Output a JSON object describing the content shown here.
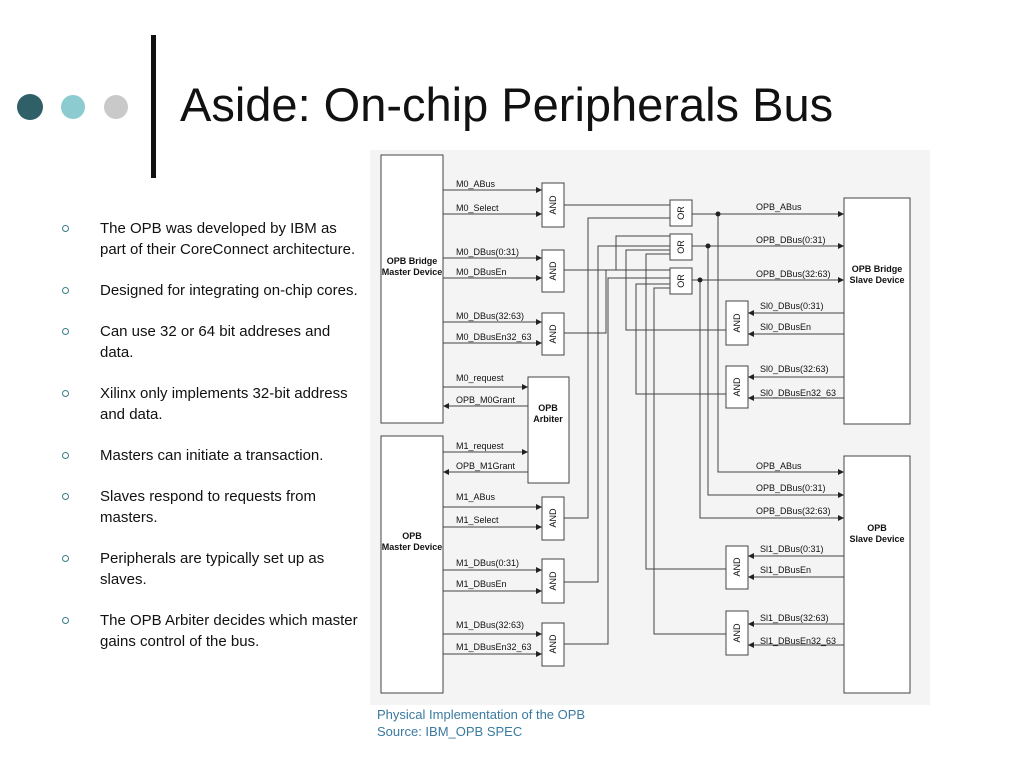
{
  "slide": {
    "title": "Aside: On-chip Peripherals Bus",
    "bullets": [
      "The OPB was developed by IBM as part of their CoreConnect architecture.",
      "Designed for integrating on-chip cores.",
      "Can use 32 or 64 bit addreses and data.",
      "Xilinx only implements 32-bit address and data.",
      "Masters can initiate a transaction.",
      "Slaves respond to requests from masters.",
      "Peripherals are typically set up as slaves.",
      "The OPB Arbiter decides which master gains control of the bus."
    ],
    "caption_line1": "Physical Implementation of the OPB",
    "caption_line2": "Source:  IBM_OPB SPEC",
    "colors": {
      "dark_dot": "#2f5f67",
      "light_dot": "#8ccbd0",
      "gray_dot": "#c9c9c9",
      "caption": "#3a7aa0"
    }
  },
  "diagram": {
    "blocks": {
      "master0": [
        "OPB Bridge",
        "Master Device"
      ],
      "master1": [
        "OPB",
        "Master Device"
      ],
      "arbiter": [
        "OPB",
        "Arbiter"
      ],
      "slave0": [
        "OPB Bridge",
        "Slave Device"
      ],
      "slave1": [
        "OPB",
        "Slave Device"
      ]
    },
    "gate_and": "AND",
    "gate_or": "OR",
    "signals": {
      "m0_abus": "M0_ABus",
      "m0_select": "M0_Select",
      "m0_dbus031": "M0_DBus(0:31)",
      "m0_dbusen": "M0_DBusEn",
      "m0_dbus3263": "M0_DBus(32:63)",
      "m0_dbusen3263": "M0_DBusEn32_63",
      "m0_request": "M0_request",
      "opb_m0grant": "OPB_M0Grant",
      "m1_request": "M1_request",
      "opb_m1grant": "OPB_M1Grant",
      "m1_abus": "M1_ABus",
      "m1_select": "M1_Select",
      "m1_dbus031": "M1_DBus(0:31)",
      "m1_dbusen": "M1_DBusEn",
      "m1_dbus3263": "M1_DBus(32:63)",
      "m1_dbusen3263": "M1_DBusEn32_63",
      "opb_abus": "OPB_ABus",
      "opb_dbus031": "OPB_DBus(0:31)",
      "opb_dbus3263": "OPB_DBus(32:63)",
      "sl0_dbus031": "Sl0_DBus(0:31)",
      "sl0_dbusen": "Sl0_DBusEn",
      "sl0_dbus3263": "Sl0_DBus(32:63)",
      "sl0_dbusen3263": "Sl0_DBusEn32_63",
      "sl1_dbus031": "Sl1_DBus(0:31)",
      "sl1_dbusen": "Sl1_DBusEn",
      "sl1_dbus3263": "Sl1_DBus(32:63)",
      "sl1_dbusen3263": "Sl1_DBusEn32_63"
    }
  }
}
